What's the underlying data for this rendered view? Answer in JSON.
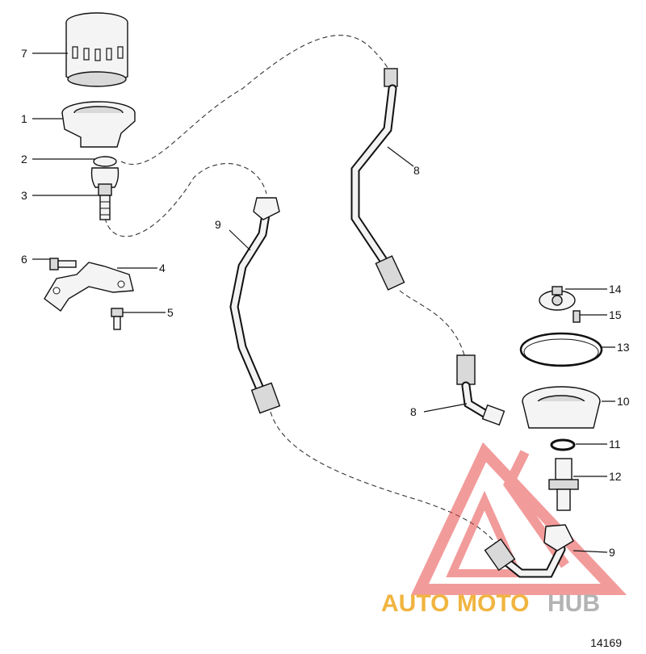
{
  "callouts": [
    "1",
    "2",
    "3",
    "4",
    "5",
    "6",
    "7",
    "8",
    "8",
    "9",
    "9",
    "10",
    "11",
    "12",
    "13",
    "14",
    "15"
  ],
  "figure_number": "14169",
  "watermark": {
    "auto": "AUTO",
    "moto": "MOTO",
    "hub": "HUB",
    "colors": {
      "triangle": "#e84a4a",
      "auto": "#f0b440",
      "hub": "#b3b3b3"
    }
  }
}
